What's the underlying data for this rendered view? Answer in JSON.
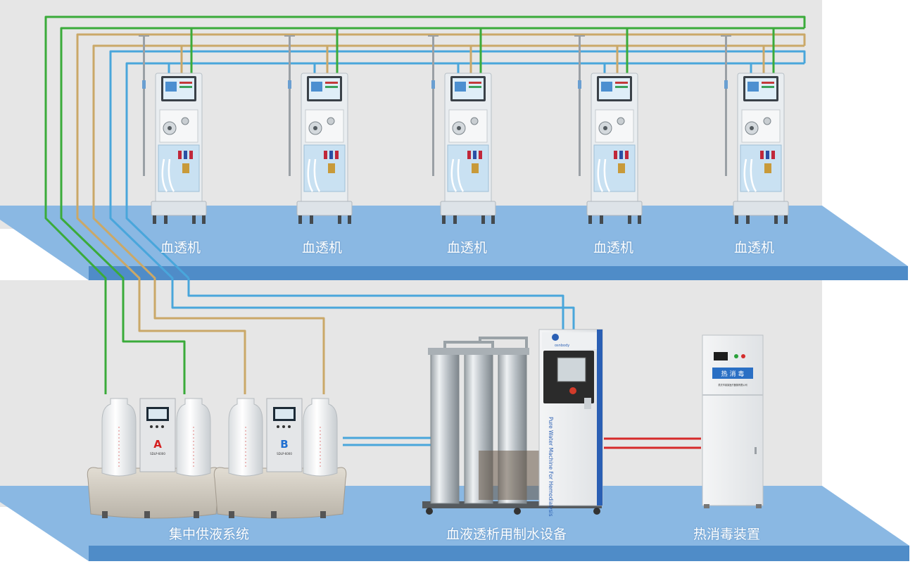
{
  "labels": {
    "dialysis_machine": "血透机",
    "central_supply": "集中供液系统",
    "water_equipment": "血液透析用制水设备",
    "heat_disinfection": "热消毒装置"
  },
  "device_text": {
    "supply_a_letter": "A",
    "supply_b_letter": "B",
    "supply_model": "SDLP-6000",
    "water_brand": "osnbody",
    "water_vertical": "Pure Water Machine For Hemodialysis",
    "disinfect_plate": "热 消 毒",
    "disinfect_sub": "重庆市某某医疗器械有限公司"
  },
  "colors": {
    "floor": "#8ab8e3",
    "floor_edge": "#4f8cc8",
    "wall": "#e6e6e6",
    "pipe_green": "#3aab3a",
    "pipe_gold": "#caa868",
    "pipe_blue": "#49a6db",
    "pipe_red": "#d62a2a",
    "supply_a_letter": "#d42020",
    "supply_b_letter": "#1f6fd1"
  }
}
